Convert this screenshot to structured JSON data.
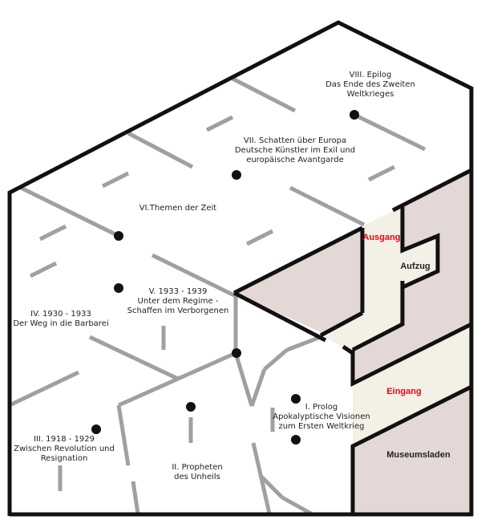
{
  "rooms": [
    {
      "id": "epilog",
      "lines": [
        "VIII. Epilog",
        "Das Ende des Zweiten",
        "Weltkrieges"
      ]
    },
    {
      "id": "schatten",
      "lines": [
        "VII. Schatten über Europa",
        "Deutsche Künstler im Exil und",
        "europäische Avantgarde"
      ]
    },
    {
      "id": "themen",
      "lines": [
        "VI.Themen der Zeit"
      ]
    },
    {
      "id": "regime",
      "lines": [
        "V. 1933 - 1939",
        "Unter dem Regime -",
        "Schaffen im Verborgenen"
      ]
    },
    {
      "id": "barbarei",
      "lines": [
        "IV. 1930 - 1933",
        "Der Weg in die Barbarei"
      ]
    },
    {
      "id": "revolution",
      "lines": [
        "III. 1918 - 1929",
        "Zwischen Revolution und",
        "Resignation"
      ]
    },
    {
      "id": "propheten",
      "lines": [
        "II. Propheten",
        "des Unheils"
      ]
    },
    {
      "id": "prolog",
      "lines": [
        "I. Prolog",
        "Apokalyptische Visionen",
        "zum Ersten Weltkrieg"
      ]
    }
  ],
  "facilities": {
    "exit": "Ausgang",
    "elevator": "Aufzug",
    "entrance": "Eingang",
    "shop": "Museumsladen"
  },
  "colors": {
    "wall": "#111111",
    "partition": "#a0a0a0",
    "shaded": "#e3d8d6",
    "corridor": "#f3f1e6",
    "highlight": "#e30613"
  }
}
